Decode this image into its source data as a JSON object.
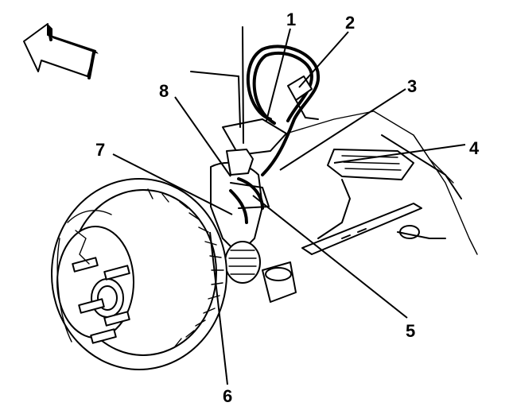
{
  "diagram": {
    "callouts": [
      {
        "id": "1",
        "label": "1"
      },
      {
        "id": "2",
        "label": "2"
      },
      {
        "id": "3",
        "label": "3"
      },
      {
        "id": "4",
        "label": "4"
      },
      {
        "id": "5",
        "label": "5"
      },
      {
        "id": "6",
        "label": "6"
      },
      {
        "id": "7",
        "label": "7"
      },
      {
        "id": "8",
        "label": "8"
      }
    ],
    "icons": {
      "direction_arrow": "forward-direction-arrow-icon"
    }
  }
}
